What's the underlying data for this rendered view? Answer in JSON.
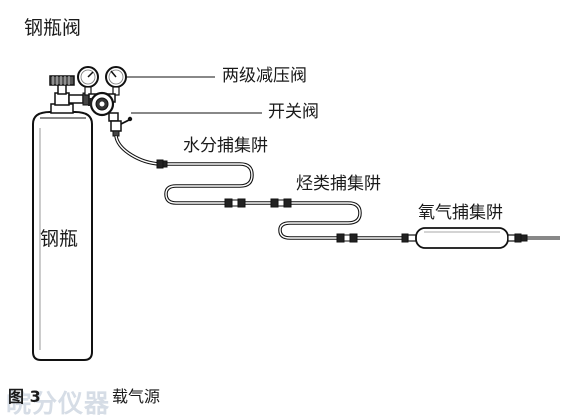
{
  "labels": {
    "cylinder_valve": "钢瓶阀",
    "two_stage_regulator": "两级减压阀",
    "on_off_valve": "开关阀",
    "water_trap": "水分捕集阱",
    "hydrocarbon_trap": "烃类捕集阱",
    "oxygen_trap": "氧气捕集阱",
    "cylinder": "钢瓶"
  },
  "caption": {
    "figure_number": "图 3",
    "title": "载气源"
  },
  "watermark": "皖分仪器"
}
